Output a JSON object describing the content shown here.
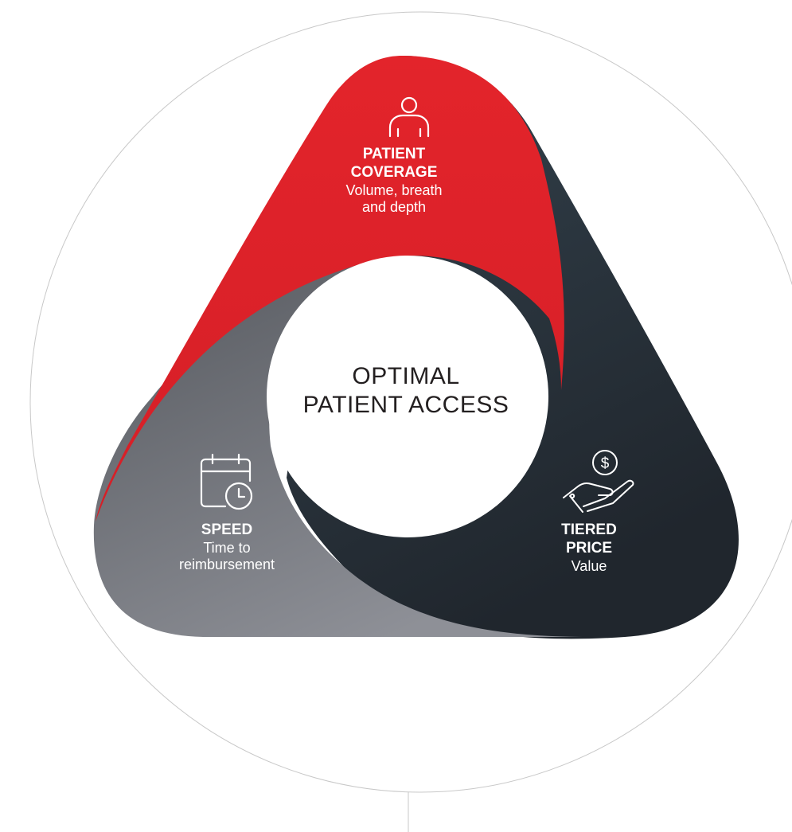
{
  "center": {
    "line1": "OPTIMAL",
    "line2": "PATIENT ACCESS"
  },
  "segments": [
    {
      "id": "coverage",
      "title_line1": "PATIENT",
      "title_line2": "COVERAGE",
      "desc_line1": "Volume, breath",
      "desc_line2": "and depth",
      "color": "#e3242b",
      "icon": "person-icon"
    },
    {
      "id": "speed",
      "title": "SPEED",
      "desc_line1": "Time to",
      "desc_line2": "reimbursement",
      "color": "#7a7c82",
      "icon": "calendar-clock-icon"
    },
    {
      "id": "price",
      "title_line1": "TIERED",
      "title_line2": "PRICE",
      "desc": "Value",
      "color": "#273039",
      "icon": "hand-dollar-icon"
    }
  ],
  "colors": {
    "outer_circle": "#c8c8c8",
    "red": "#e3242b",
    "dark": "#273039",
    "gray": "#7a7c82"
  }
}
